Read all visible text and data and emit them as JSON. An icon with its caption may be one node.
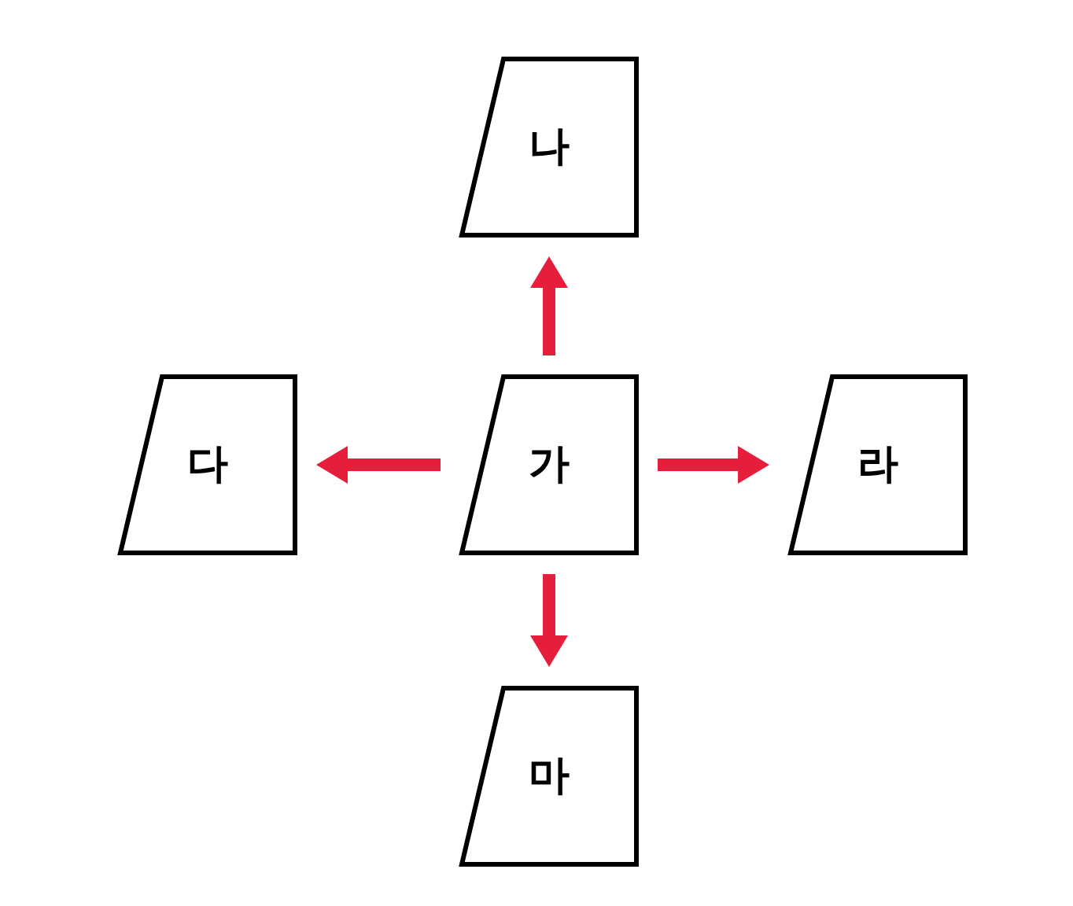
{
  "diagram": {
    "nodes": [
      {
        "text": [
          "가"
        ]
      },
      {
        "text": [
          "나"
        ]
      },
      {
        "text": [
          "다"
        ]
      },
      {
        "text": [
          "라"
        ]
      },
      {
        "text": [
          "마"
        ]
      }
    ],
    "edges": [
      {
        "from": 0,
        "to": 1,
        "arrow": "to"
      },
      {
        "from": 0,
        "to": 2,
        "arrow": "to"
      },
      {
        "from": 0,
        "to": 3,
        "arrow": "to"
      },
      {
        "from": 0,
        "to": 4,
        "arrow": "to"
      }
    ]
  }
}
